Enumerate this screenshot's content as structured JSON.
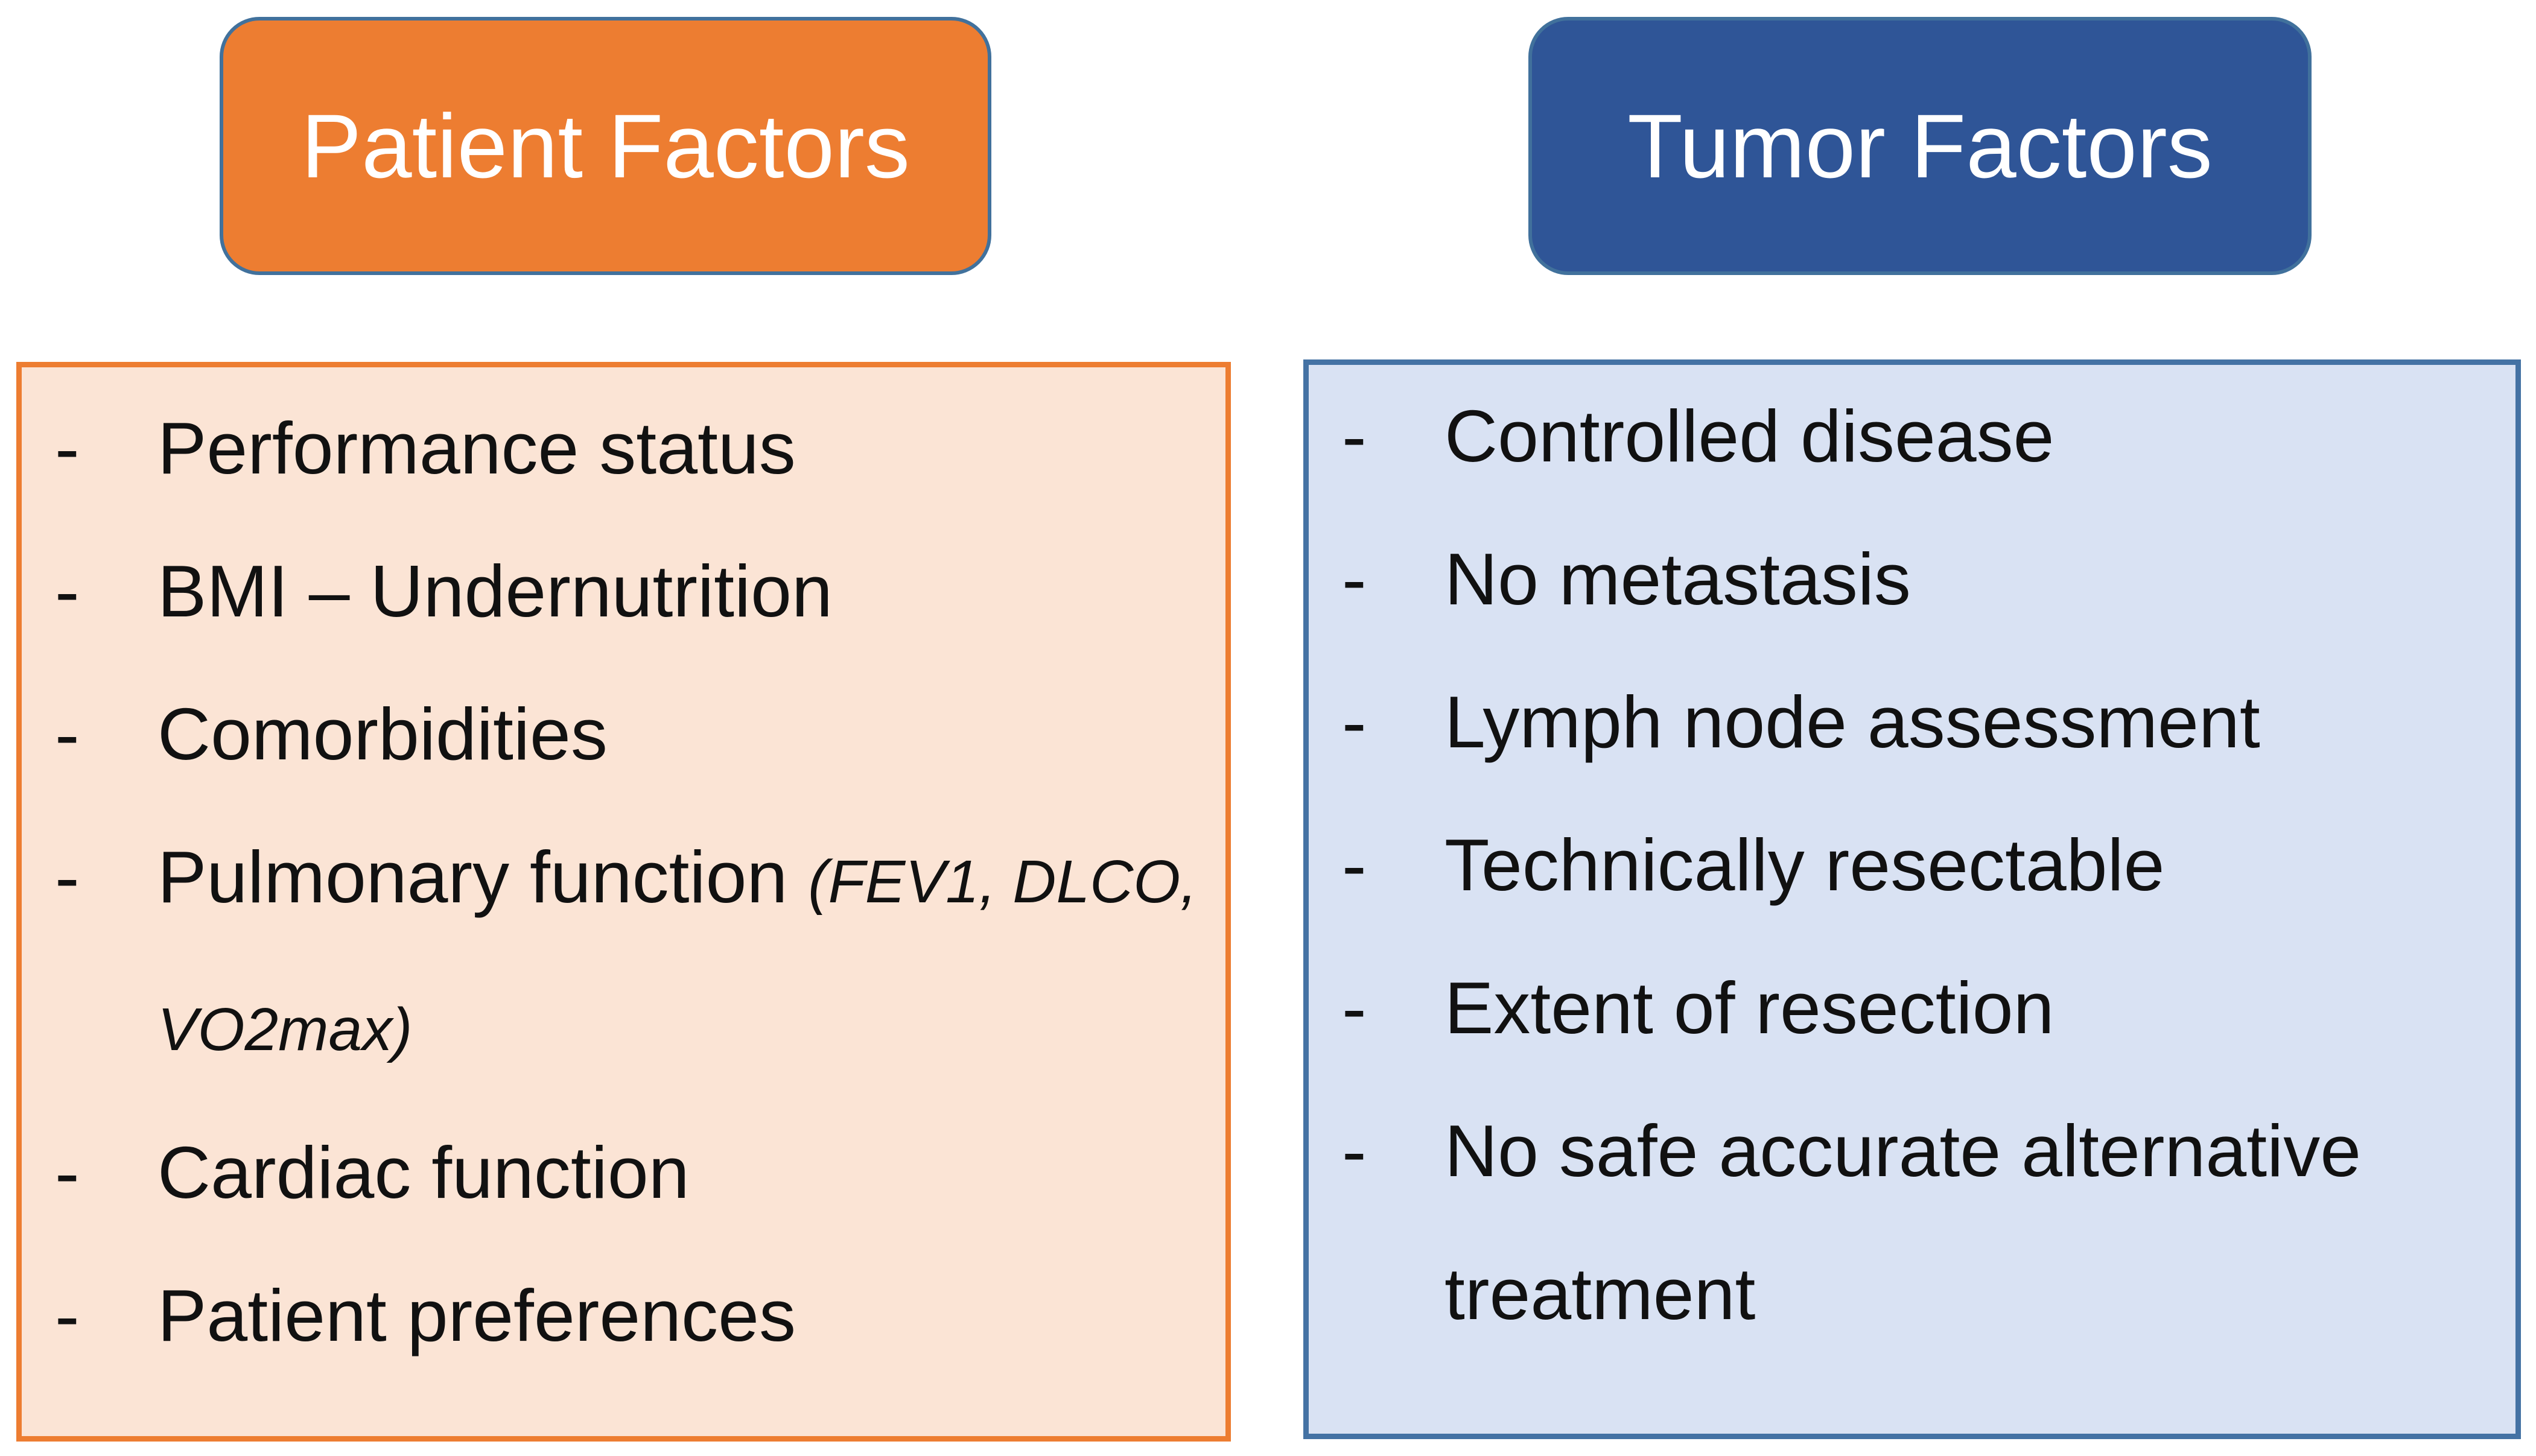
{
  "bullet_char": "-",
  "colors": {
    "accent_orange": "#ED7D31",
    "accent_dark_blue": "#2F5597",
    "panel_peach": "#FBE4D5",
    "panel_light_blue": "#D9E2F3",
    "outline_steel_blue": "#41719C",
    "outline_blue": "#4472A4",
    "text_color": "#111111"
  },
  "left_panel": {
    "title": "Patient Factors",
    "items": [
      {
        "text": "Performance status"
      },
      {
        "text": "BMI – Undernutrition"
      },
      {
        "text": "Comorbidities"
      },
      {
        "text": "Pulmonary function ",
        "note": "(FEV1, DLCO,"
      },
      {
        "note": "VO2max)",
        "continuation": true
      },
      {
        "text": "Cardiac function"
      },
      {
        "text": "Patient preferences"
      }
    ]
  },
  "right_panel": {
    "title": "Tumor Factors",
    "items": [
      {
        "text": "Controlled disease"
      },
      {
        "text": "No metastasis"
      },
      {
        "text": "Lymph node assessment"
      },
      {
        "text": "Technically resectable"
      },
      {
        "text": "Extent of resection"
      },
      {
        "text": "No safe accurate alternative"
      },
      {
        "text": "treatment",
        "continuation": true
      }
    ]
  }
}
